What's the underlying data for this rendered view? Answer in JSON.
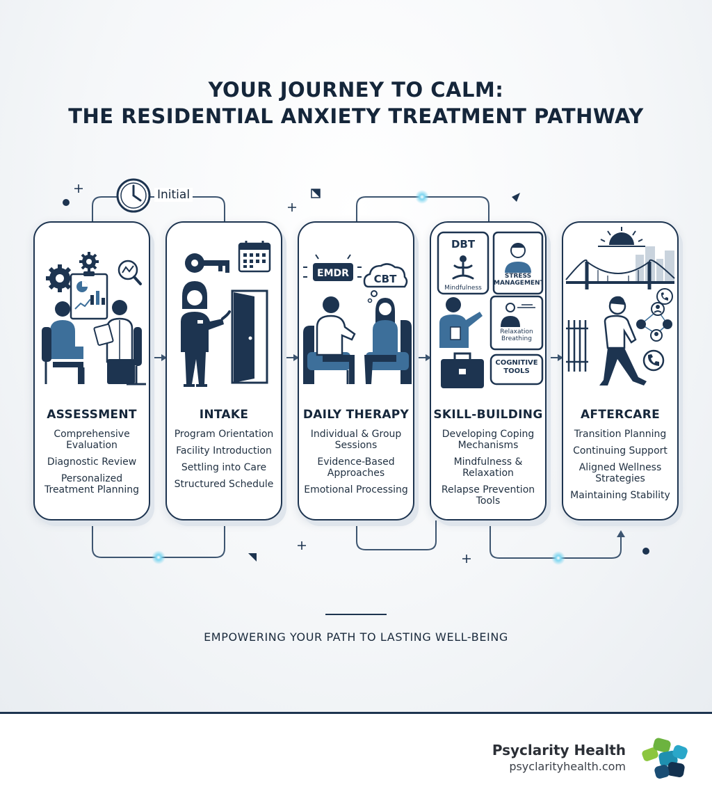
{
  "title": {
    "line1": "YOUR JOURNEY TO CALM:",
    "line2": "THE RESIDENTIAL ANXIETY TREATMENT PATHWAY"
  },
  "connector_label": "Initial",
  "steps": [
    {
      "title": "ASSESSMENT",
      "items": [
        "Comprehensive Evaluation",
        "Diagnostic Review",
        "Personalized Treatment Planning"
      ]
    },
    {
      "title": "INTAKE",
      "items": [
        "Program Orientation",
        "Facility Introduction",
        "Settling into Care",
        "Structured Schedule"
      ]
    },
    {
      "title": "DAILY THERAPY",
      "items": [
        "Individual & Group Sessions",
        "Evidence-Based Approaches",
        "Emotional Processing"
      ],
      "bubbles": [
        "EMDR",
        "CBT"
      ]
    },
    {
      "title": "SKILL-BUILDING",
      "items": [
        "Developing Coping Mechanisms",
        "Mindfulness & Relaxation",
        "Relapse Prevention Tools"
      ],
      "bubbles": [
        "DBT",
        "Mindfulness",
        "STRESS MANAGEMENT",
        "Relaxation Breathing",
        "COGNITIVE TOOLS"
      ]
    },
    {
      "title": "AFTERCARE",
      "items": [
        "Transition Planning",
        "Continuing Support",
        "Aligned Wellness Strategies",
        "Maintaining Stability"
      ]
    }
  ],
  "tagline": "EMPOWERING YOUR PATH TO LASTING WELL-BEING",
  "brand": {
    "name": "Psyclarity Health",
    "url": "psyclarityhealth.com"
  },
  "colors": {
    "navy": "#1d3450",
    "accent": "#3d6f9a",
    "glow": "#7fd6f0",
    "logo_green": "#8cc63f",
    "logo_teal": "#1f8fb0",
    "logo_navy": "#13314f"
  },
  "icons": [
    "clock-icon",
    "gear-icon",
    "chart-icon",
    "key-icon",
    "calendar-icon",
    "door-icon",
    "toolbox-icon",
    "sun-icon",
    "bridge-icon",
    "phone-icon",
    "people-icon"
  ]
}
